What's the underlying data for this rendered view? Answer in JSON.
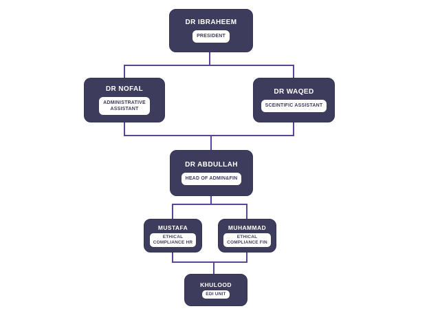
{
  "chart_type": "org-chart",
  "nodes": {
    "president": {
      "name": "DR IBRAHEEM",
      "title": "PRESIDENT"
    },
    "nofal": {
      "name": "DR NOFAL",
      "title": "ADMINISTRATIVE\nASSISTANT"
    },
    "waqed": {
      "name": "DR WAQED",
      "title": "SCEINTIFIC ASSISTANT"
    },
    "abdullah": {
      "name": "DR ABDULLAH",
      "title": "HEAD OF ADMIN&FIN"
    },
    "mustafa": {
      "name": "MUSTAFA",
      "title": "ETHICAL\nCOMPLIANCE HR"
    },
    "muhammad": {
      "name": "MUHAMMAD",
      "title": "ETHICAL\nCOMPLIANCE FIN"
    },
    "khulood": {
      "name": "KHULOOD",
      "title": "EDI UNIT"
    }
  },
  "edges": [
    [
      "president",
      "nofal"
    ],
    [
      "president",
      "waqed"
    ],
    [
      "nofal",
      "abdullah"
    ],
    [
      "waqed",
      "abdullah"
    ],
    [
      "abdullah",
      "mustafa"
    ],
    [
      "abdullah",
      "muhammad"
    ],
    [
      "mustafa",
      "khulood"
    ],
    [
      "muhammad",
      "khulood"
    ]
  ],
  "colors": {
    "node_fill": "#3e3c5c",
    "node_text": "#ffffff",
    "pill_fill": "#ffffff",
    "pill_text": "#3e3c5c",
    "connector": "#5b4399",
    "background": "#ffffff"
  }
}
